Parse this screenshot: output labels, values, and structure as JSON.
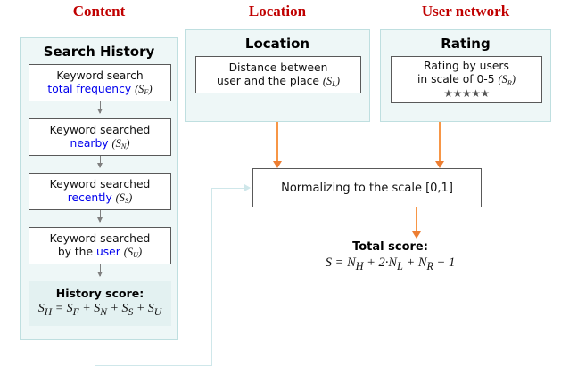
{
  "headers": {
    "content": "Content",
    "location": "Location",
    "user_network": "User network",
    "color": "#C00000"
  },
  "panels": {
    "content": {
      "title": "Search History",
      "boxes": [
        {
          "name": "total-frequency",
          "line1": "Keyword search",
          "accent": "total frequency",
          "symbol": "S",
          "subscript": "F"
        },
        {
          "name": "nearby",
          "line1": "Keyword searched",
          "accent": "nearby",
          "symbol": "S",
          "subscript": "N"
        },
        {
          "name": "recently",
          "line1": "Keyword searched",
          "accent": "recently",
          "symbol": "S",
          "subscript": "S"
        },
        {
          "name": "by-user",
          "line1": "Keyword searched",
          "prefix": "by the ",
          "accent": "user",
          "symbol": "S",
          "subscript": "U"
        }
      ],
      "score": {
        "label": "History score:",
        "equation": "S_H = S_F + S_N + S_S + S_U"
      }
    },
    "location": {
      "title": "Location",
      "box": {
        "line1": "Distance between",
        "line2": "user and the place",
        "symbol": "S",
        "subscript": "L"
      }
    },
    "rating": {
      "title": "Rating",
      "box": {
        "line1": "Rating by users",
        "line2": "in scale of 0-5",
        "symbol": "S",
        "subscript": "R",
        "stars": "★★★★★",
        "star_count": 5,
        "star_color": "#555555"
      }
    }
  },
  "normalize": {
    "label": "Normalizing to the scale [0,1]",
    "range": "[0,1]"
  },
  "total": {
    "label": "Total score:",
    "equation": "S = N_H + 2·N_L + N_R + 1"
  },
  "colors": {
    "panel_fill": "#eef7f7",
    "panel_border": "#bfdfe0",
    "box_border": "#595959",
    "accent_blue": "#0000EE",
    "arrow_orange": "#ED7D31",
    "feedback_blue": "#cfe7ea",
    "header_red": "#C00000"
  }
}
